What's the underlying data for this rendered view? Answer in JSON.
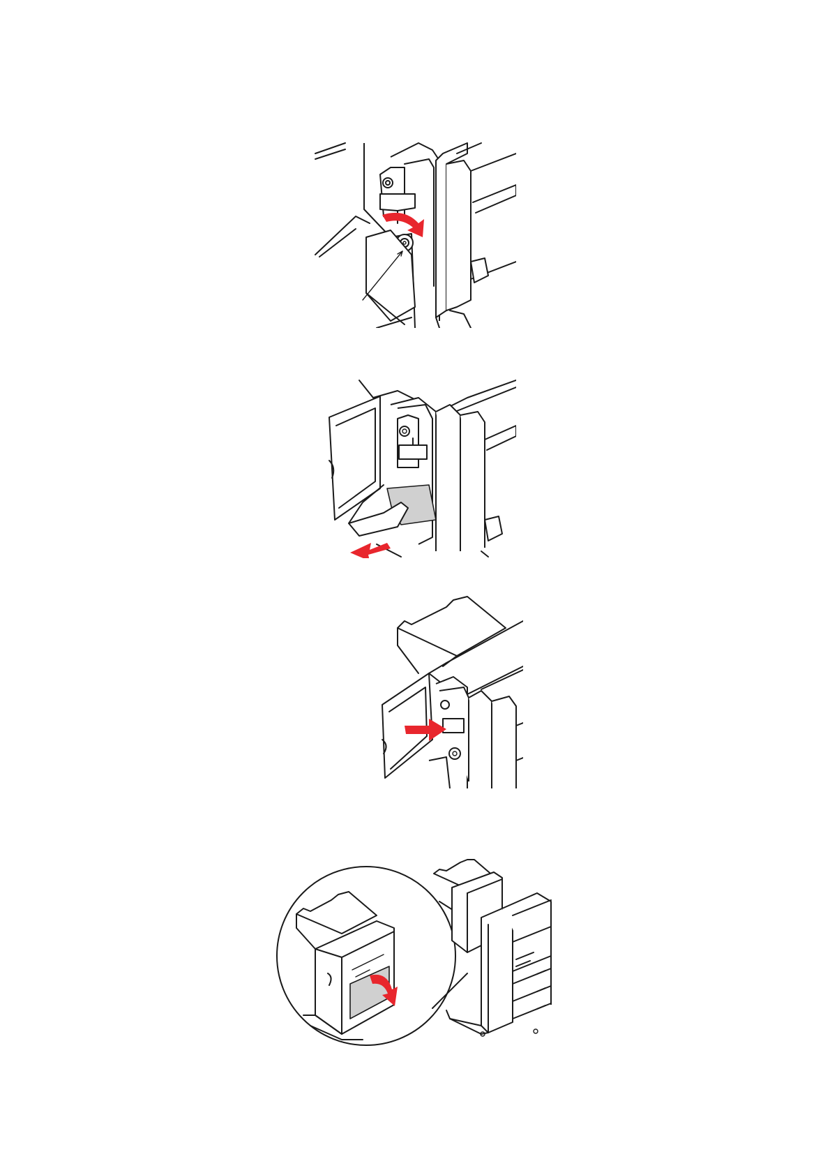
{
  "document": {
    "figures": [
      {
        "id": "step-1",
        "icon": "rotate-knob-illustration"
      },
      {
        "id": "step-2",
        "icon": "remove-jammed-paper-illustration"
      },
      {
        "id": "step-3",
        "icon": "close-cover-illustration"
      },
      {
        "id": "step-4",
        "icon": "open-lower-cover-illustration"
      }
    ],
    "colors": {
      "arrow": "#e8262d",
      "line": "#1a1a1a",
      "paper": "#d0d0d0",
      "background": "#ffffff"
    }
  }
}
